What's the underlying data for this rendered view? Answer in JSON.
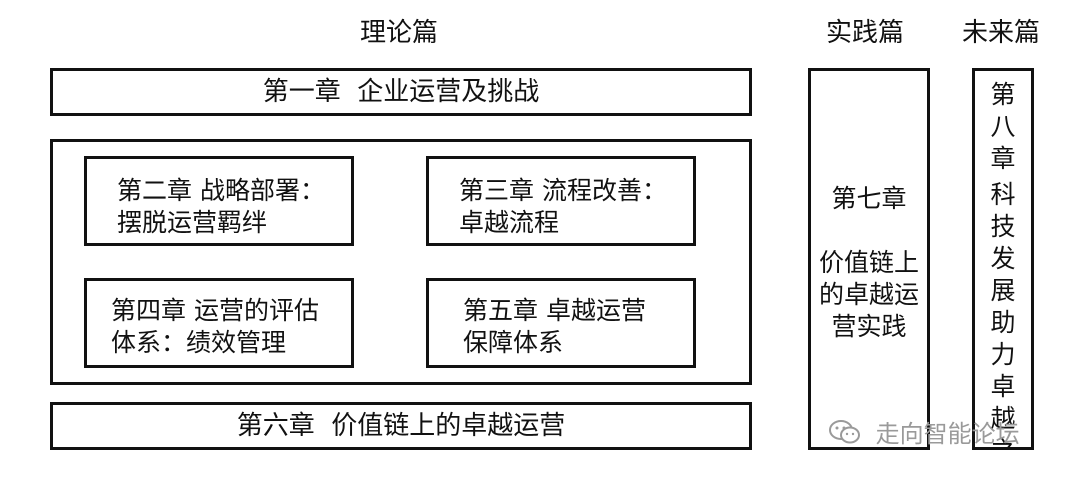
{
  "headings": {
    "theory": "理论篇",
    "practice": "实践篇",
    "future": "未来篇"
  },
  "chapters": {
    "ch1": "第一章  企业运营及挑战",
    "ch2": "第二章  战略部署：\n摆脱运营羁绊",
    "ch3": "第三章  流程改善：\n卓越流程",
    "ch4": "第四章  运营的评估\n体系：绩效管理",
    "ch5": "第五章  卓越运营\n保障体系",
    "ch6": "第六章  价值链上的卓越运营",
    "ch7_title": "第七章",
    "ch7_body": "价值链上\n的卓越运\n营实践",
    "ch8_title": "第\n八\n章",
    "ch8_body": "科\n技\n发\n展\n助\n力\n卓\n越\n之\n旅"
  },
  "watermark": {
    "text": "走向智能论坛",
    "icon": "wechat-icon"
  }
}
